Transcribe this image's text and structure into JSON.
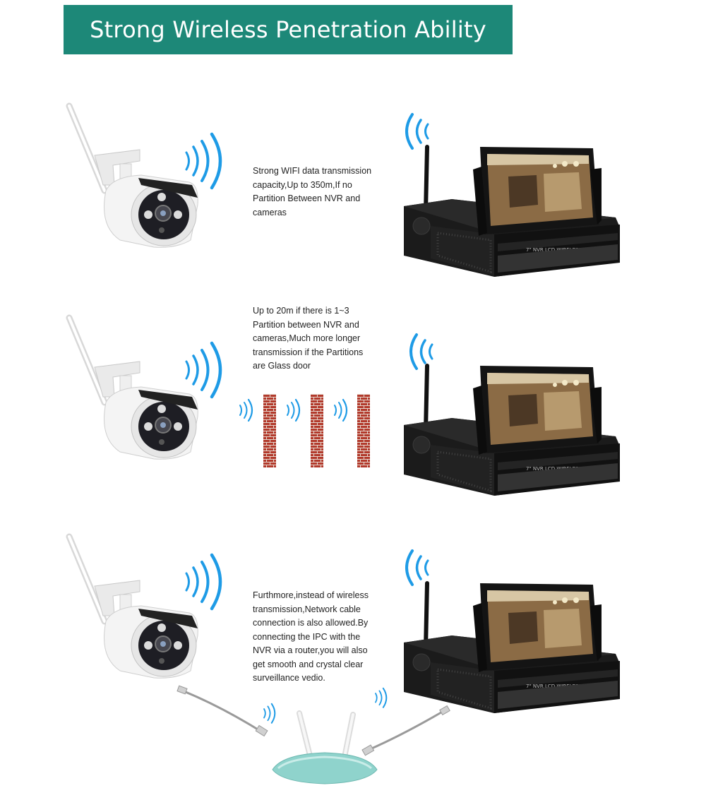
{
  "banner": {
    "title": "Strong Wireless Penetration Ability"
  },
  "scenes": [
    {
      "description": "Strong WIFI data transmission\ncapacity,Up to 350m,If no\nPartition Between NVR and\ncameras"
    },
    {
      "description": "Up to 20m if there is 1~3\nPartition between NVR and\ncameras,Much more longer\ntransmission if the Partitions\nare Glass door"
    },
    {
      "description": "Furthmore,instead of wireless\ntransmission,Network cable\nconnection is also allowed.By\nconnecting the IPC with the\nNVR via a router,you will also\nget smooth and crystal clear\nsurveillance vedio."
    }
  ],
  "colors": {
    "banner_bg": "#1d8878",
    "signal": "#1e9be6",
    "brick": "#b23a2c",
    "router": "#8fd3cc"
  },
  "icons": [
    "camera-icon",
    "wifi-signal-icon",
    "nvr-monitor-icon",
    "brick-wall-icon",
    "router-icon",
    "network-cable-icon"
  ]
}
